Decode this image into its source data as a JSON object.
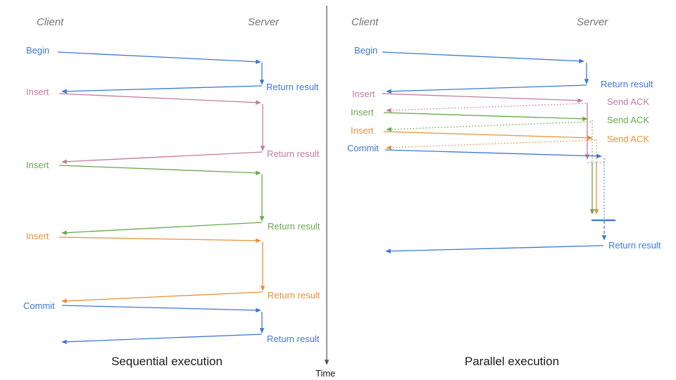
{
  "colors": {
    "blue": "#3c78d8",
    "pink": "#c27ba0",
    "green": "#6aa84f",
    "orange": "#e69138",
    "axis": "#555555",
    "header_gray": "#757575"
  },
  "left_panel": {
    "client_header": "Client",
    "server_header": "Server",
    "caption": "Sequential execution",
    "messages": [
      {
        "request": "Begin",
        "response": "Return result",
        "color": "blue"
      },
      {
        "request": "Insert",
        "response": "Return result",
        "color": "pink"
      },
      {
        "request": "Insert",
        "response": "Return result",
        "color": "green"
      },
      {
        "request": "Insert",
        "response": "Return result",
        "color": "orange"
      },
      {
        "request": "Commit",
        "response": "Return result",
        "color": "blue"
      }
    ]
  },
  "right_panel": {
    "client_header": "Client",
    "server_header": "Server",
    "caption": "Parallel execution",
    "messages": [
      {
        "request": "Begin",
        "response": "Return result",
        "color": "blue"
      },
      {
        "request": "Insert",
        "response": "Send ACK",
        "color": "pink"
      },
      {
        "request": "Insert",
        "response": "Send ACK",
        "color": "green"
      },
      {
        "request": "Insert",
        "response": "Send ACK",
        "color": "orange"
      },
      {
        "request": "Commit",
        "response": "Return result",
        "color": "blue"
      }
    ]
  },
  "time_axis": {
    "label": "Time"
  }
}
